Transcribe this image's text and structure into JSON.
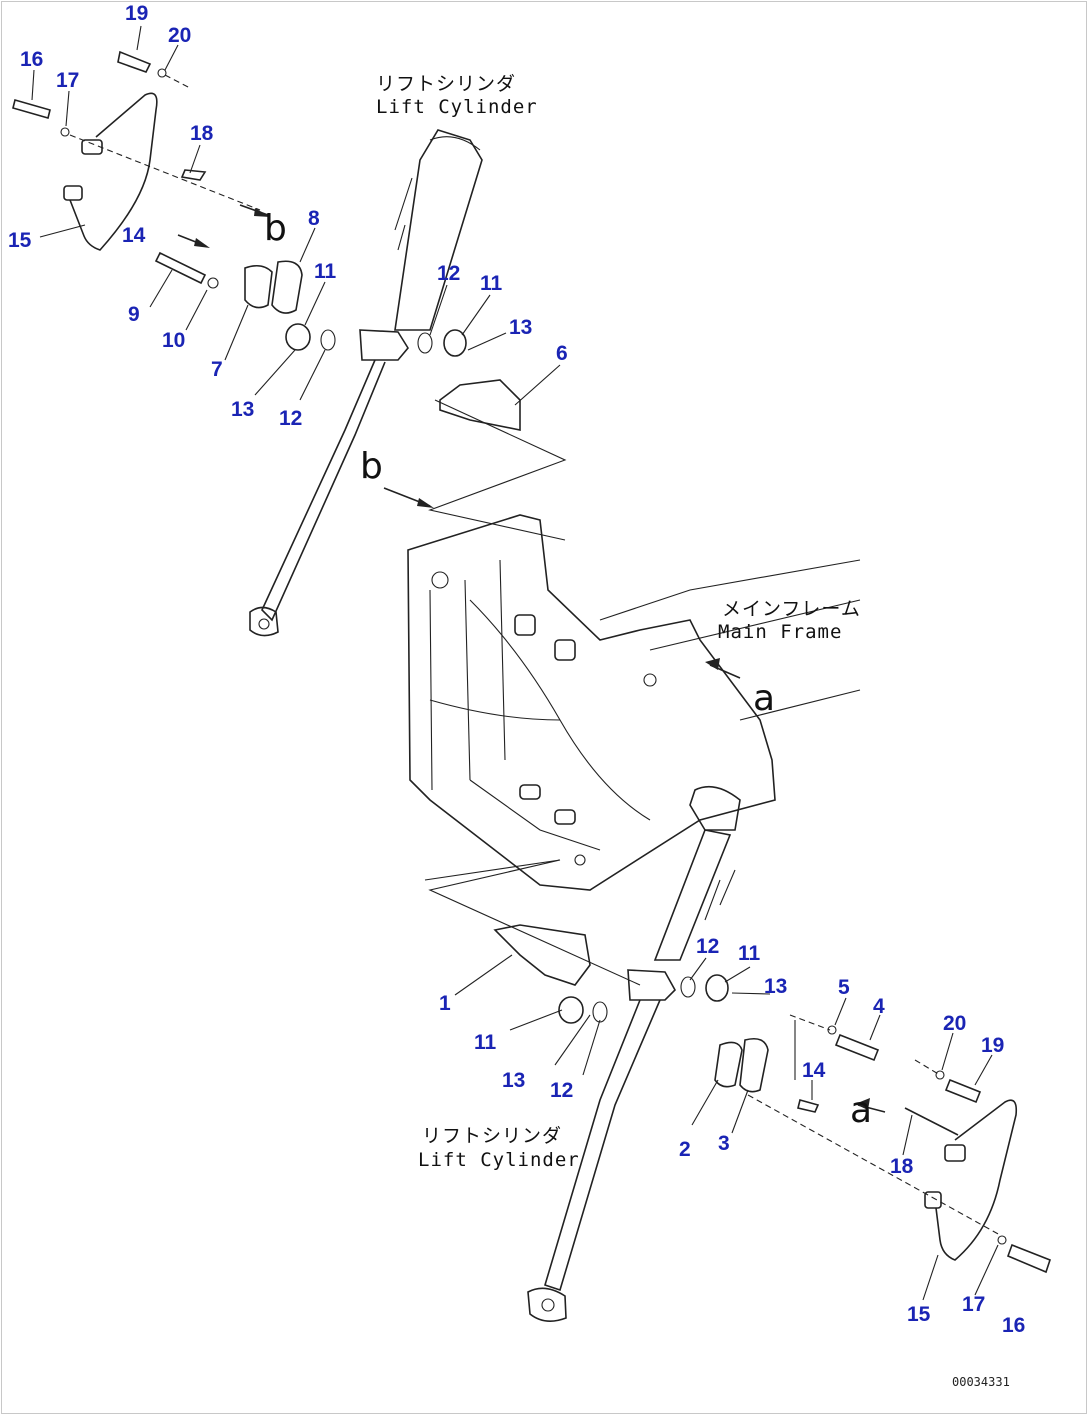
{
  "captions": {
    "lift_cylinder_top_jp": "リフトシリンダ",
    "lift_cylinder_top_en": "Lift Cylinder",
    "main_frame_jp": "メインフレーム",
    "main_frame_en": "Main Frame",
    "lift_cylinder_bottom_jp": "リフトシリンダ",
    "lift_cylinder_bottom_en": "Lift Cylinder"
  },
  "view_markers": {
    "a1": "a",
    "a2": "a",
    "b1": "b",
    "b2": "b"
  },
  "callouts_top": {
    "c19": "19",
    "c20": "20",
    "c16": "16",
    "c17": "17",
    "c18": "18",
    "c15": "15",
    "c14": "14",
    "c8": "8",
    "c9": "9",
    "c10": "10",
    "c11": "11",
    "c7": "7",
    "c13": "13",
    "c12": "12",
    "c12r": "12",
    "c11r": "11",
    "c13r": "13",
    "c6": "6"
  },
  "callouts_bottom": {
    "c12": "12",
    "c11": "11",
    "c13": "13",
    "c5": "5",
    "c4": "4",
    "c1": "1",
    "c20": "20",
    "c19": "19",
    "c11l": "11",
    "c14": "14",
    "c13l": "13",
    "c12l": "12",
    "c2": "2",
    "c3": "3",
    "c18": "18",
    "c15": "15",
    "c17": "17",
    "c16": "16"
  },
  "drawing_code": "00034331"
}
